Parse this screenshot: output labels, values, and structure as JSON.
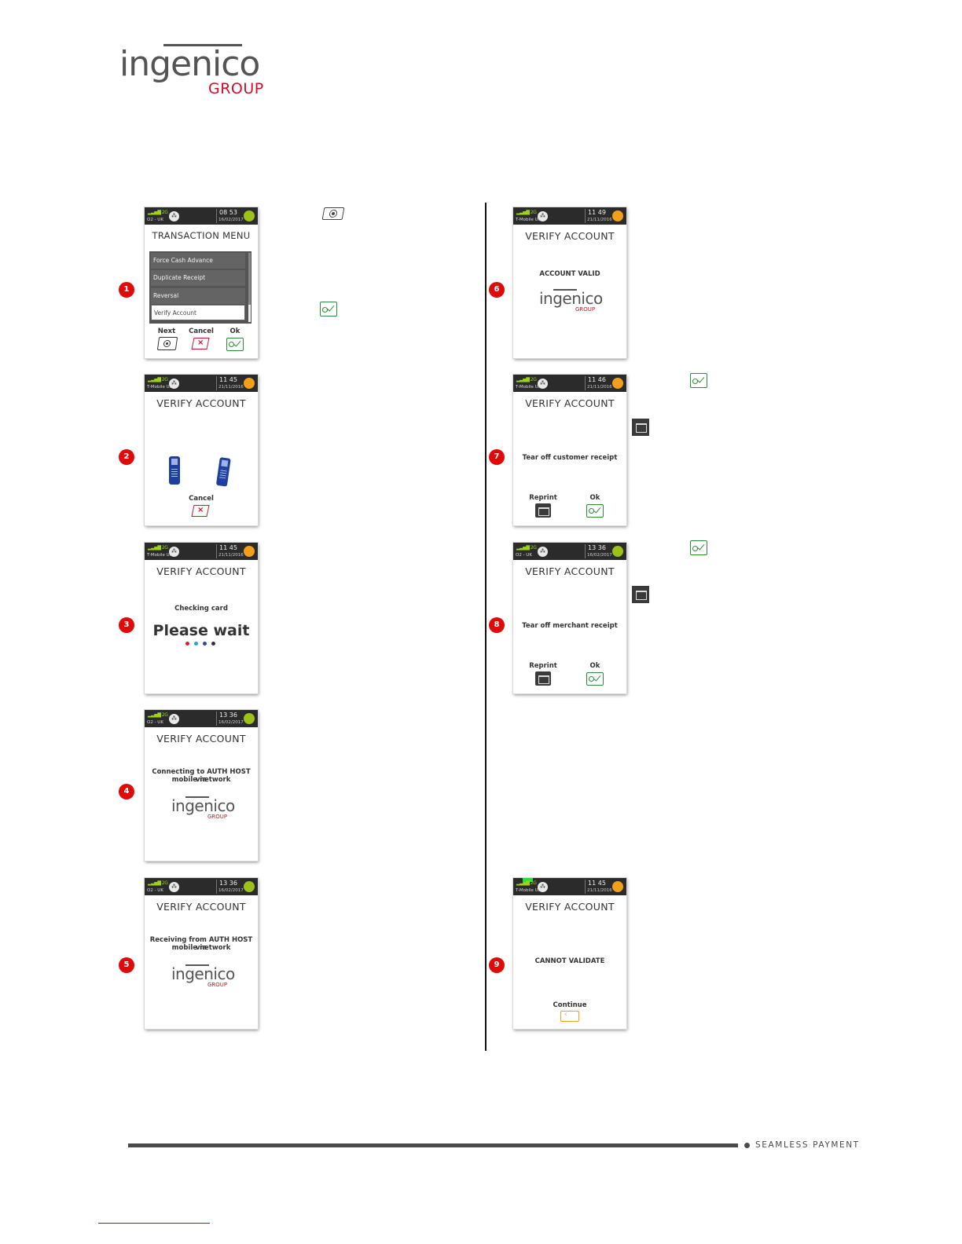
{
  "logo": {
    "word": "ingenico",
    "group": "GROUP"
  },
  "screens": {
    "s1": {
      "step": "1",
      "title": "TRANSACTION MENU",
      "status": {
        "operator": "O2 - UK",
        "time": "08 53",
        "date": "16/02/2017"
      },
      "menu": [
        "Force Cash Advance",
        "Duplicate Receipt",
        "Reversal",
        "Verify Account"
      ],
      "labels": {
        "next": "Next",
        "cancel": "Cancel",
        "ok": "Ok"
      }
    },
    "s2": {
      "step": "2",
      "title": "VERIFY ACCOUNT",
      "status": {
        "operator": "T-Mobile UK",
        "time": "11 45",
        "date": "21/11/2016"
      },
      "labels": {
        "cancel": "Cancel"
      }
    },
    "s3": {
      "step": "3",
      "title": "VERIFY ACCOUNT",
      "status": {
        "operator": "T-Mobile UK",
        "time": "11 45",
        "date": "21/11/2016"
      },
      "message": "Checking card",
      "wait": "Please wait"
    },
    "s4": {
      "step": "4",
      "title": "VERIFY ACCOUNT",
      "status": {
        "operator": "O2 - UK",
        "time": "13 36",
        "date": "16/02/2017"
      },
      "message_line1": "Connecting to AUTH HOST via",
      "message_line2": "mobile network"
    },
    "s5": {
      "step": "5",
      "title": "VERIFY ACCOUNT",
      "status": {
        "operator": "O2 - UK",
        "time": "13 36",
        "date": "16/02/2017"
      },
      "message_line1": "Receiving from AUTH HOST via",
      "message_line2": "mobile network"
    },
    "s6": {
      "step": "6",
      "title": "VERIFY ACCOUNT",
      "status": {
        "operator": "T-Mobile UK",
        "time": "11 49",
        "date": "21/11/2016"
      },
      "message": "ACCOUNT VALID"
    },
    "s7": {
      "step": "7",
      "title": "VERIFY ACCOUNT",
      "status": {
        "operator": "T-Mobile UK",
        "time": "11 46",
        "date": "21/11/2016"
      },
      "message": "Tear off customer receipt",
      "labels": {
        "reprint": "Reprint",
        "ok": "Ok"
      }
    },
    "s8": {
      "step": "8",
      "title": "VERIFY ACCOUNT",
      "status": {
        "operator": "O2 - UK",
        "time": "13 36",
        "date": "16/02/2017"
      },
      "message": "Tear off merchant receipt",
      "labels": {
        "reprint": "Reprint",
        "ok": "Ok"
      }
    },
    "s9": {
      "step": "9",
      "title": "VERIFY ACCOUNT",
      "status": {
        "operator": "T-Mobile UK",
        "time": "11 45",
        "date": "21/11/2016"
      },
      "message": "CANNOT VALIDATE",
      "labels": {
        "continue": "Continue"
      }
    }
  },
  "status_bar": {
    "signal": "2G"
  },
  "footer": {
    "tagline": "SEAMLESS PAYMENT"
  },
  "colors": {
    "brand_red": "#d20f2a",
    "ok_green": "#2e8b3a",
    "cancel_red": "#c41a2a",
    "badge_red": "#e10a0a"
  }
}
